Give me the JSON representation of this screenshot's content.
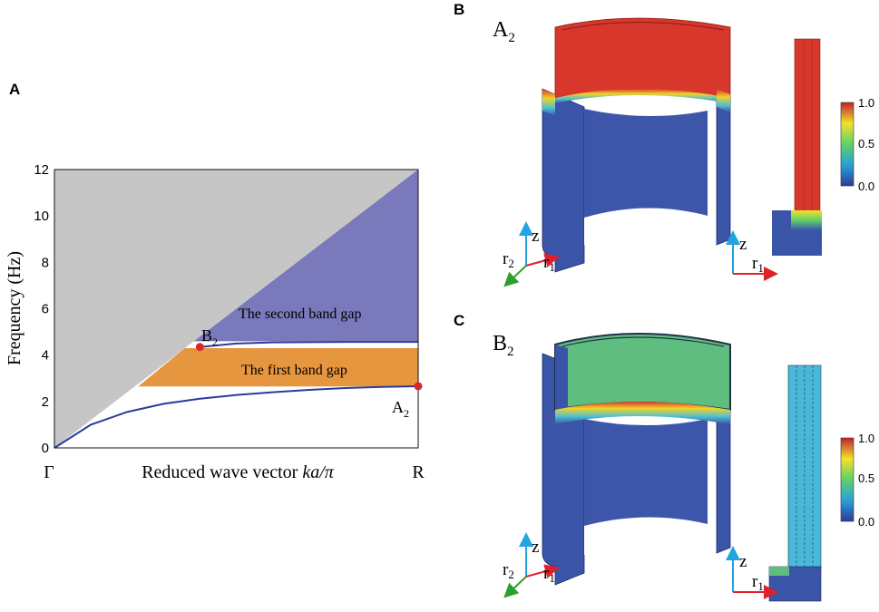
{
  "figure": {
    "panel_a": {
      "letter": "A",
      "xlabel_prefix": "Reduced wave vector ",
      "xlabel_var": "ka/π",
      "ylabel": "Frequency (Hz)",
      "x_start_label": "Γ",
      "x_end_label": "R",
      "gap1_label": "The first band gap",
      "gap2_label": "The second band gap",
      "point_a2": "A",
      "point_b2": "B",
      "subscript": "2"
    },
    "panel_b": {
      "letter": "B",
      "mode_label": "A",
      "mode_sub": "2",
      "colorbar_ticks": [
        "1.0",
        "0.5",
        "0.0"
      ],
      "axis_z": "z",
      "axis_r1": "r",
      "axis_r1_sub": "1",
      "axis_r2": "r",
      "axis_r2_sub": "2"
    },
    "panel_c": {
      "letter": "C",
      "mode_label": "B",
      "mode_sub": "2",
      "colorbar_ticks": [
        "1.0",
        "0.5",
        "0.0"
      ],
      "axis_z": "z",
      "axis_r1": "r",
      "axis_r1_sub": "1",
      "axis_r2": "r",
      "axis_r2_sub": "2"
    },
    "colors": {
      "light_cone": "#c6c6c6",
      "second_gap": "#7979bb",
      "first_gap": "#e6963e",
      "band_line": "#2b3a9e",
      "mode_point": "#d42a2a",
      "field_high": "#d8372b",
      "field_low": "#3a54a8",
      "field_mid": "#5fbe7f"
    }
  },
  "chart_data": {
    "type": "line",
    "title": "",
    "xlabel": "Reduced wave vector ka/π",
    "ylabel": "Frequency (Hz)",
    "xlim": [
      0,
      1
    ],
    "ylim": [
      0,
      12
    ],
    "yticks": [
      0,
      2,
      4,
      6,
      8,
      10,
      12
    ],
    "xtick_labels": [
      "Γ",
      "R"
    ],
    "series": [
      {
        "x": [
          0,
          0.1,
          0.2,
          0.3,
          0.4,
          0.5,
          0.6,
          0.7,
          0.8,
          0.9,
          1.0
        ],
        "y": [
          0,
          1.0,
          1.55,
          1.9,
          2.12,
          2.28,
          2.4,
          2.5,
          2.58,
          2.63,
          2.66
        ]
      },
      {
        "x": [
          0.4,
          0.5,
          0.6,
          0.7,
          0.8,
          0.9,
          1.0
        ],
        "y": [
          4.35,
          4.5,
          4.55,
          4.56,
          4.57,
          4.57,
          4.57
        ]
      }
    ],
    "regions": [
      {
        "name": "The first band gap",
        "y_range": [
          2.65,
          4.3
        ],
        "x_from": 0.23
      },
      {
        "name": "The second band gap",
        "y_range": [
          4.6,
          12
        ],
        "x_from": 0.4
      }
    ],
    "points": [
      {
        "label": "A2",
        "x": 1.0,
        "y": 2.66
      },
      {
        "label": "B2",
        "x": 0.4,
        "y": 4.35
      }
    ]
  }
}
